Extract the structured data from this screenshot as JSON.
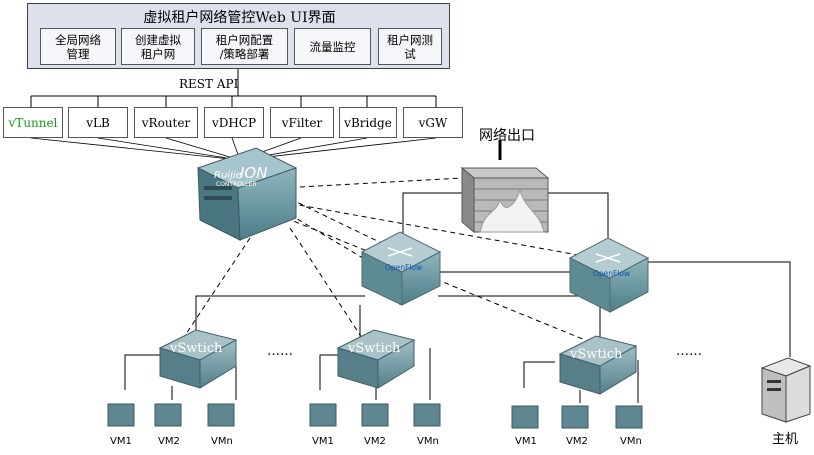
{
  "header": {
    "title": "虚拟租户网络管控Web UI界面",
    "functions": [
      {
        "line1": "全局网络",
        "line2": "管理"
      },
      {
        "line1": "创建虚拟",
        "line2": "租户网"
      },
      {
        "line1": "租户网配置",
        "line2": "/策略部署"
      },
      {
        "line1": "流量监控",
        "line2": ""
      },
      {
        "line1": "租户网测",
        "line2": "试"
      }
    ]
  },
  "api_label": "REST API",
  "services": [
    "vTunnel",
    "vLB",
    "vRouter",
    "vDHCP",
    "vFilter",
    "vBridge",
    "vGW"
  ],
  "colors": {
    "vTunnel": "#1a9a1a",
    "header_bg": "#dde1ec",
    "device_teal": "#5f8f99"
  },
  "controller": {
    "brand": "Ruijie",
    "name": "ION",
    "sub": "CONTROLLER"
  },
  "internet_exit_label": "网络出口",
  "switch_brand": "OpenFlow",
  "vswitch_label": "vSwtich",
  "ellipsis": "……",
  "vm_labels": [
    "VM1",
    "VM2",
    "VMn"
  ],
  "host_label": "主机",
  "icons": [
    "firewall-icon",
    "controller-icon",
    "openflow-switch-icon",
    "vswitch-icon",
    "vm-server-icon",
    "host-tower-icon"
  ]
}
